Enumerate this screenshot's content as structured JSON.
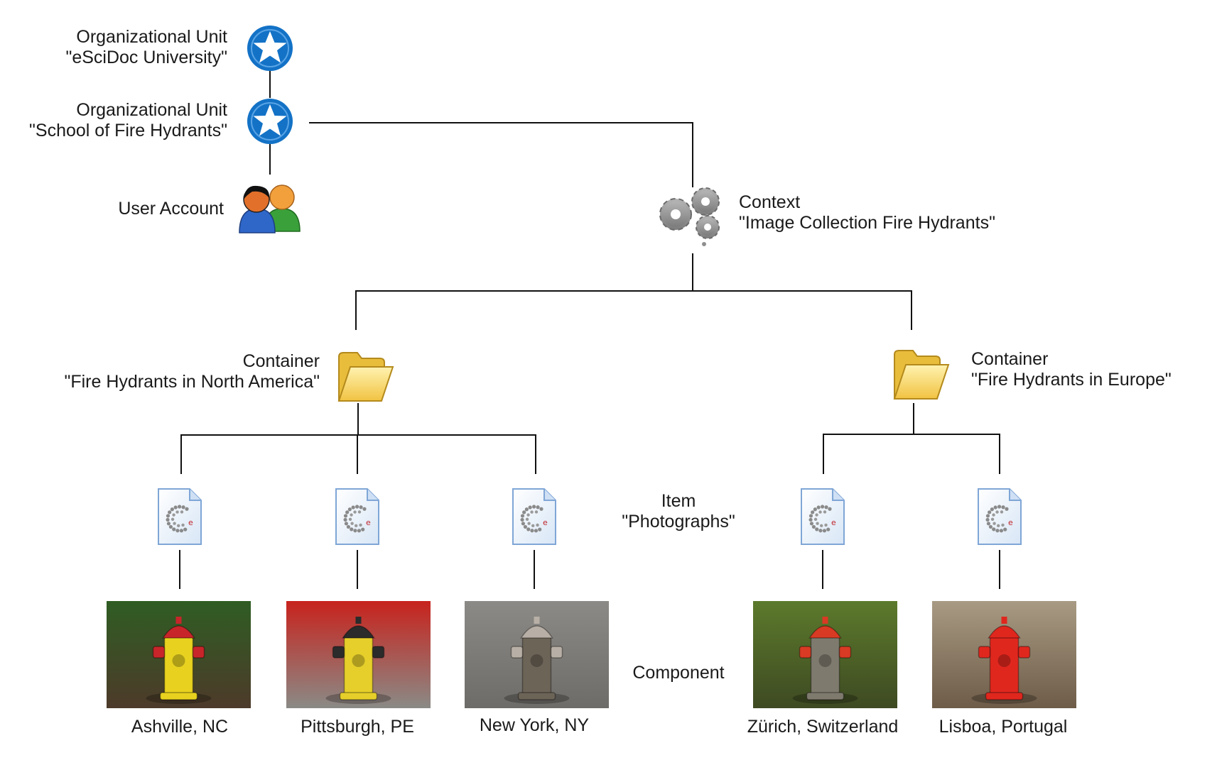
{
  "org_units": [
    {
      "type": "Organizational Unit",
      "name": "\"eSciDoc University\"",
      "icon": "star-badge-icon"
    },
    {
      "type": "Organizational Unit",
      "name": "\"School of Fire Hydrants\"",
      "icon": "star-badge-icon"
    }
  ],
  "user_account": {
    "label": "User Account",
    "icon": "users-icon"
  },
  "context": {
    "type": "Context",
    "name": "\"Image Collection Fire Hydrants\"",
    "icon": "gears-icon"
  },
  "containers": [
    {
      "type": "Container",
      "name": "\"Fire Hydrants in North America\"",
      "icon": "folder-icon"
    },
    {
      "type": "Container",
      "name": "\"Fire Hydrants in Europe\"",
      "icon": "folder-icon"
    }
  ],
  "item": {
    "type": "Item",
    "name": "\"Photographs\"",
    "icon": "document-icon"
  },
  "component_label": "Component",
  "components": [
    {
      "caption": "Ashville, NC",
      "hydrant_color": "#e8d21f",
      "cap_color": "#c8252a",
      "bg": [
        "#2f5d23",
        "#4d3a2a"
      ]
    },
    {
      "caption": "Pittsburgh, PE",
      "hydrant_color": "#e6cf2a",
      "cap_color": "#2b2b2b",
      "bg": [
        "#c8231d",
        "#8a8a86"
      ]
    },
    {
      "caption": "New York, NY",
      "hydrant_color": "#6d6458",
      "cap_color": "#b8b0a6",
      "bg": [
        "#8c8a86",
        "#6e6c68"
      ]
    },
    {
      "caption": "Zürich, Switzerland",
      "hydrant_color": "#7f7a6e",
      "cap_color": "#d83a23",
      "bg": [
        "#5c7a2c",
        "#3e4a22"
      ]
    },
    {
      "caption": "Lisboa, Portugal",
      "hydrant_color": "#e0271e",
      "cap_color": "#e0271e",
      "bg": [
        "#a89a83",
        "#6e5c48"
      ]
    }
  ],
  "colors": {
    "star_blue": "#1372c6",
    "line": "#111111",
    "folder": "#f6d86a",
    "gear": "#8f8f8f"
  }
}
